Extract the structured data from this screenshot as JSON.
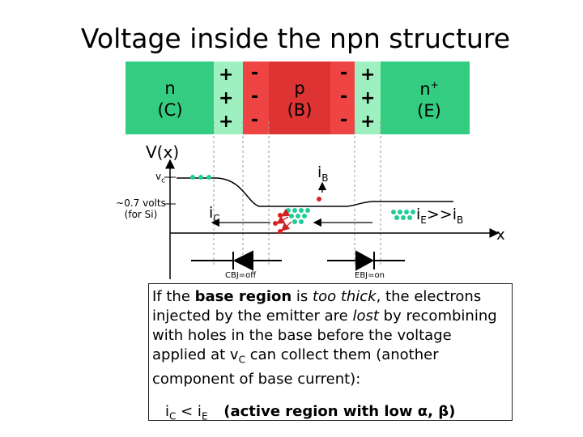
{
  "title": "Voltage inside the npn structure",
  "regions": {
    "collector": {
      "name": "n",
      "sub": "(C)"
    },
    "base": {
      "name": "p",
      "sub": "(B)"
    },
    "emitter": {
      "name": "n",
      "sup": "+",
      "sub": "(E)"
    }
  },
  "signs": {
    "plus": "+",
    "minus": "-"
  },
  "axis": {
    "y_label": "V(x)",
    "x_label": "x"
  },
  "labels": {
    "vc": "v",
    "vc_sub": "c",
    "volts_line1": "~0.7 volts",
    "volts_line2": "(for Si)",
    "ib": "i",
    "ib_sub": "B",
    "ic": "i",
    "ic_sub": "C",
    "ie": "i",
    "ie_sub": "E",
    "ie_mid": ">>i",
    "ie_sub2": "B",
    "cbj": "CBJ=off",
    "ebj": "EBJ=on"
  },
  "caption": {
    "p1": "If the ",
    "p2": "base region",
    "p3": " is ",
    "p4": "too thick",
    "p5": ", the electrons injected by the emitter are ",
    "p6": "lost",
    "p7": " by recombining with holes in the base before the voltage applied at v",
    "p7_sub": "C",
    "p8": " can collect them (another component of base current):",
    "eq_i": "i",
    "eq_c": "C",
    "eq_lt": " < i",
    "eq_e": "E",
    "eq_note": "(active region with low α, β)"
  },
  "colors": {
    "n_region": "#33cc80",
    "depletion_light": "#9ff0c0",
    "depletion_red": "#ee4444",
    "base_red": "#dd3333",
    "electron": "#22cc99",
    "hole": "#dd2222"
  }
}
